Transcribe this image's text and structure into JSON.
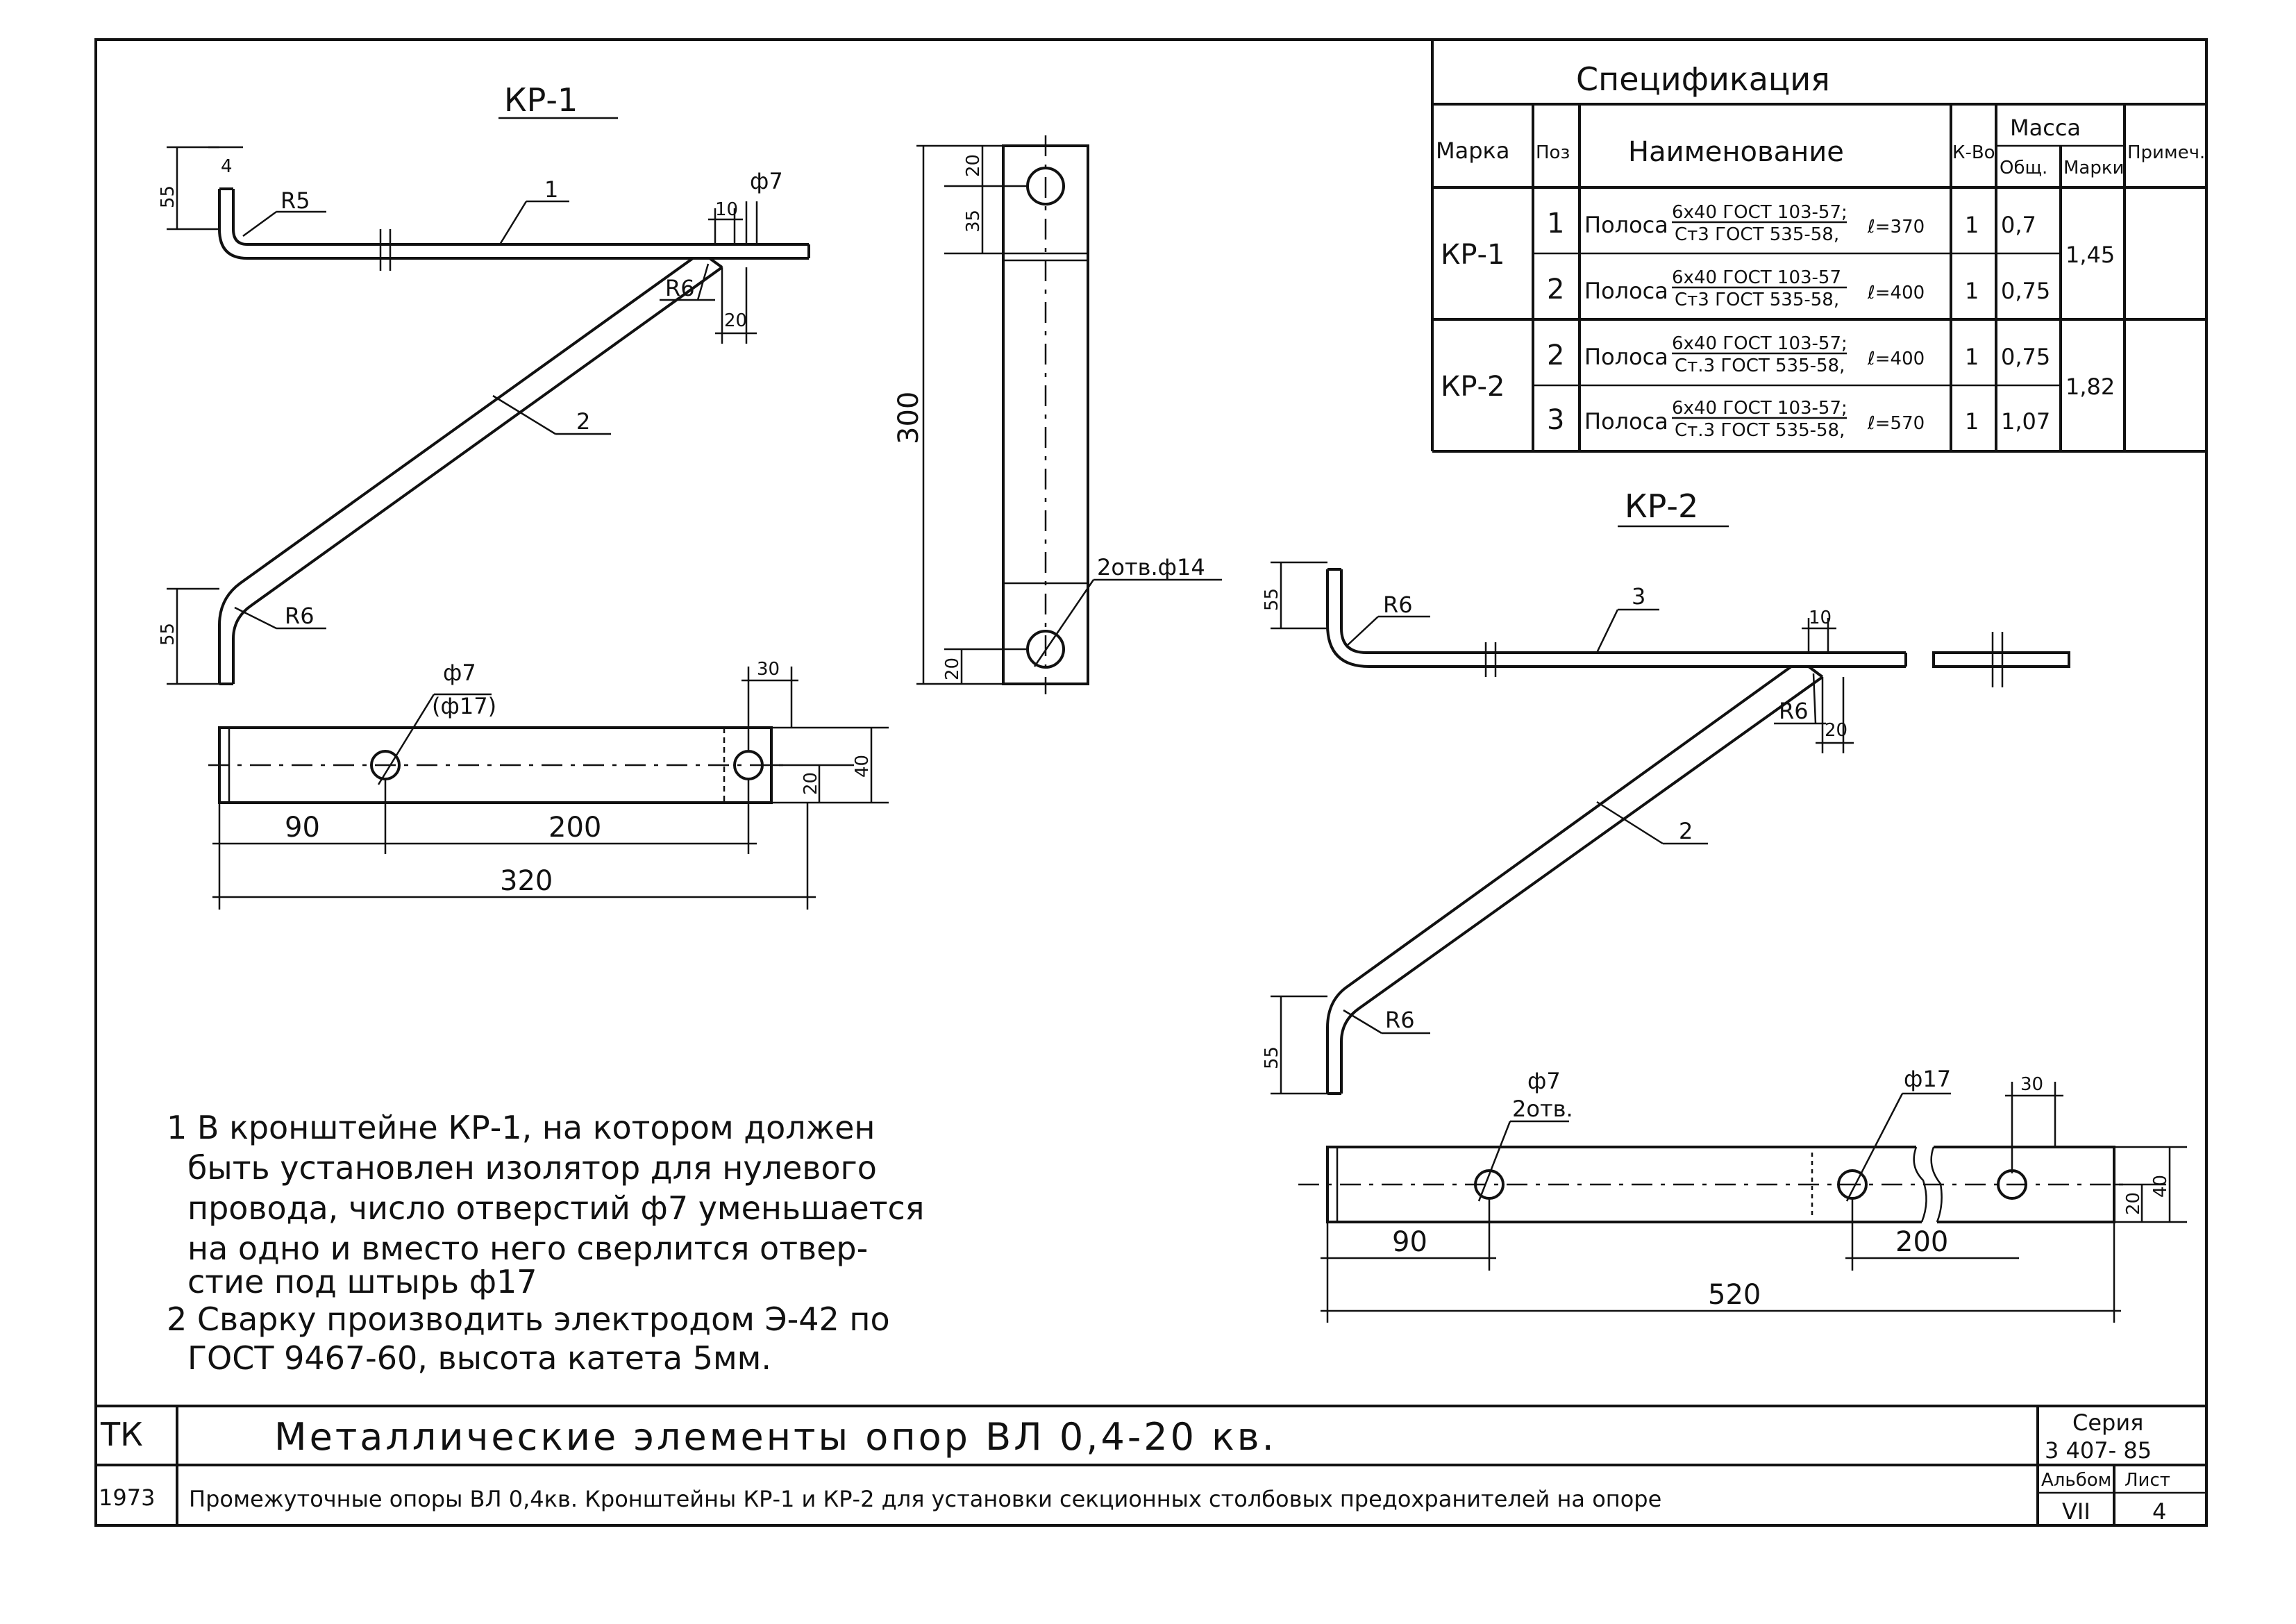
{
  "views": {
    "kp1_title": "КР-1",
    "kp2_title": "КР-2"
  },
  "kp1": {
    "dim_55_top": "55",
    "dim_4": "4",
    "r5": "R5",
    "pos1": "1",
    "dim_10": "10",
    "phi7": "ф7",
    "r6_top": "R6",
    "dim_20_v": "20",
    "pos2": "2",
    "r6_bottom": "R6",
    "dim_55_bottom": "55"
  },
  "kp1_plan": {
    "phi7": "ф7",
    "phi17": "(ф17)",
    "dim_30": "30",
    "dim_20": "20",
    "dim_40": "40",
    "dim_90": "90",
    "dim_200": "200",
    "dim_320": "320"
  },
  "side_view": {
    "dim_20_top": "20",
    "dim_35": "35",
    "dim_300": "300",
    "dim_20_bottom": "20",
    "holes": "2отв.ф14"
  },
  "spec": {
    "title": "Спецификация",
    "headers": {
      "mark": "Марка",
      "pos": "Поз",
      "name": "Наименование",
      "qty": "К-Во",
      "mass": "Масса",
      "total": "Общ.",
      "mark_mass": "Марки",
      "note": "Примеч."
    },
    "rows": [
      {
        "mark": "КР-1",
        "pos": "1",
        "name": "Полоса",
        "spec_top": "6х40 ГОСТ 103-57;",
        "spec_bottom": "Ст3 ГОСТ 535-58,",
        "len": "ℓ=370",
        "qty": "1",
        "mass": "0,7",
        "mark_mass": "1,45"
      },
      {
        "mark": "",
        "pos": "2",
        "name": "Полоса",
        "spec_top": "6х40 ГОСТ 103-57",
        "spec_bottom": "Ст3 ГОСТ 535-58,",
        "len": "ℓ=400",
        "qty": "1",
        "mass": "0,75",
        "mark_mass": ""
      },
      {
        "mark": "КР-2",
        "pos": "2",
        "name": "Полоса",
        "spec_top": "6х40 ГОСТ 103-57;",
        "spec_bottom": "Ст.3 ГОСТ 535-58,",
        "len": "ℓ=400",
        "qty": "1",
        "mass": "0,75",
        "mark_mass": "1,82"
      },
      {
        "mark": "",
        "pos": "3",
        "name": "Полоса",
        "spec_top": "6х40 ГОСТ 103-57;",
        "spec_bottom": "Ст.3 ГОСТ 535-58,",
        "len": "ℓ=570",
        "qty": "1",
        "mass": "1,07",
        "mark_mass": ""
      }
    ]
  },
  "kp2": {
    "dim_55_top": "55",
    "r6_top": "R6",
    "pos3": "3",
    "dim_10": "10",
    "r6_mid": "R6",
    "dim_20_v": "20",
    "pos2": "2",
    "r6_bottom": "R6",
    "dim_55_bottom": "55"
  },
  "kp2_plan": {
    "phi7": "ф7",
    "holes2": "2отв.",
    "phi17": "ф17",
    "dim_30": "30",
    "dim_20": "20",
    "dim_40": "40",
    "dim_90": "90",
    "dim_200": "200",
    "dim_520": "520"
  },
  "notes": {
    "n1_l1": "1 В кронштейне КР-1, на котором должен",
    "n1_l2": "быть установлен изолятор для нулевого",
    "n1_l3": "провода, число отверстий ф7 уменьшается",
    "n1_l4": "на одно и вместо него сверлится отвер-",
    "n1_l5": "стие под штырь ф17",
    "n2_l1": "2 Сварку производить электродом Э-42 по",
    "n2_l2": "ГОСТ 9467-60, высота катета 5мм."
  },
  "titleblock": {
    "org": "ТК",
    "year": "1973",
    "title": "Металлические элементы опор ВЛ 0,4-20 кв.",
    "subtitle": "Промежуточные опоры ВЛ 0,4кв. Кронштейны КР-1 и КР-2 для установки секционных столбовых предохранителей на опоре",
    "series_label": "Серия",
    "series": "3 407- 85",
    "album_label": "Альбом",
    "album": "VII",
    "sheet_label": "Лист",
    "sheet": "4"
  }
}
